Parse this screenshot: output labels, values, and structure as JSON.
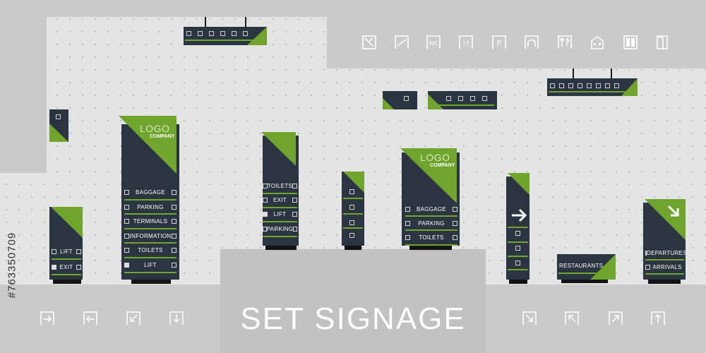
{
  "title": "SET SIGNAGE",
  "side_text": "#763350709",
  "logo": {
    "line1": "LOGO",
    "line2": "COMPANY"
  },
  "signs": {
    "small_left": [
      "LIFT",
      "EXIT"
    ],
    "tall_main": [
      "BAGGAGE",
      "PARKING",
      "TERMINALS",
      "INFORMATION",
      "TOILETS",
      "LIFT"
    ],
    "mid": [
      "TOILETS",
      "EXIT",
      "LIFT",
      "PARKING"
    ],
    "logo_center": [
      "BAGGAGE",
      "PARKING",
      "TOILETS"
    ],
    "restaurants": "RESTAURANTS",
    "departures": [
      "DEPARTURES",
      "ARRIVALS"
    ]
  },
  "top_icons": [
    "departures-icon",
    "arrivals-icon",
    "wc-icon",
    "info-icon",
    "parking-icon",
    "baggage-icon",
    "restaurant-icon",
    "terminal-icon",
    "lift-icon",
    "exit-icon"
  ],
  "bottom_arrows": [
    "arrow-right-icon",
    "arrow-left-icon",
    "arrow-down-left-icon",
    "arrow-down-icon",
    "arrow-down-right-icon",
    "arrow-up-left-icon",
    "arrow-up-right-icon",
    "arrow-up-icon"
  ],
  "colors": {
    "accent": "#6fa52c",
    "panel": "#2b3441",
    "background": "#e4e4e4",
    "band": "#cacaca"
  }
}
